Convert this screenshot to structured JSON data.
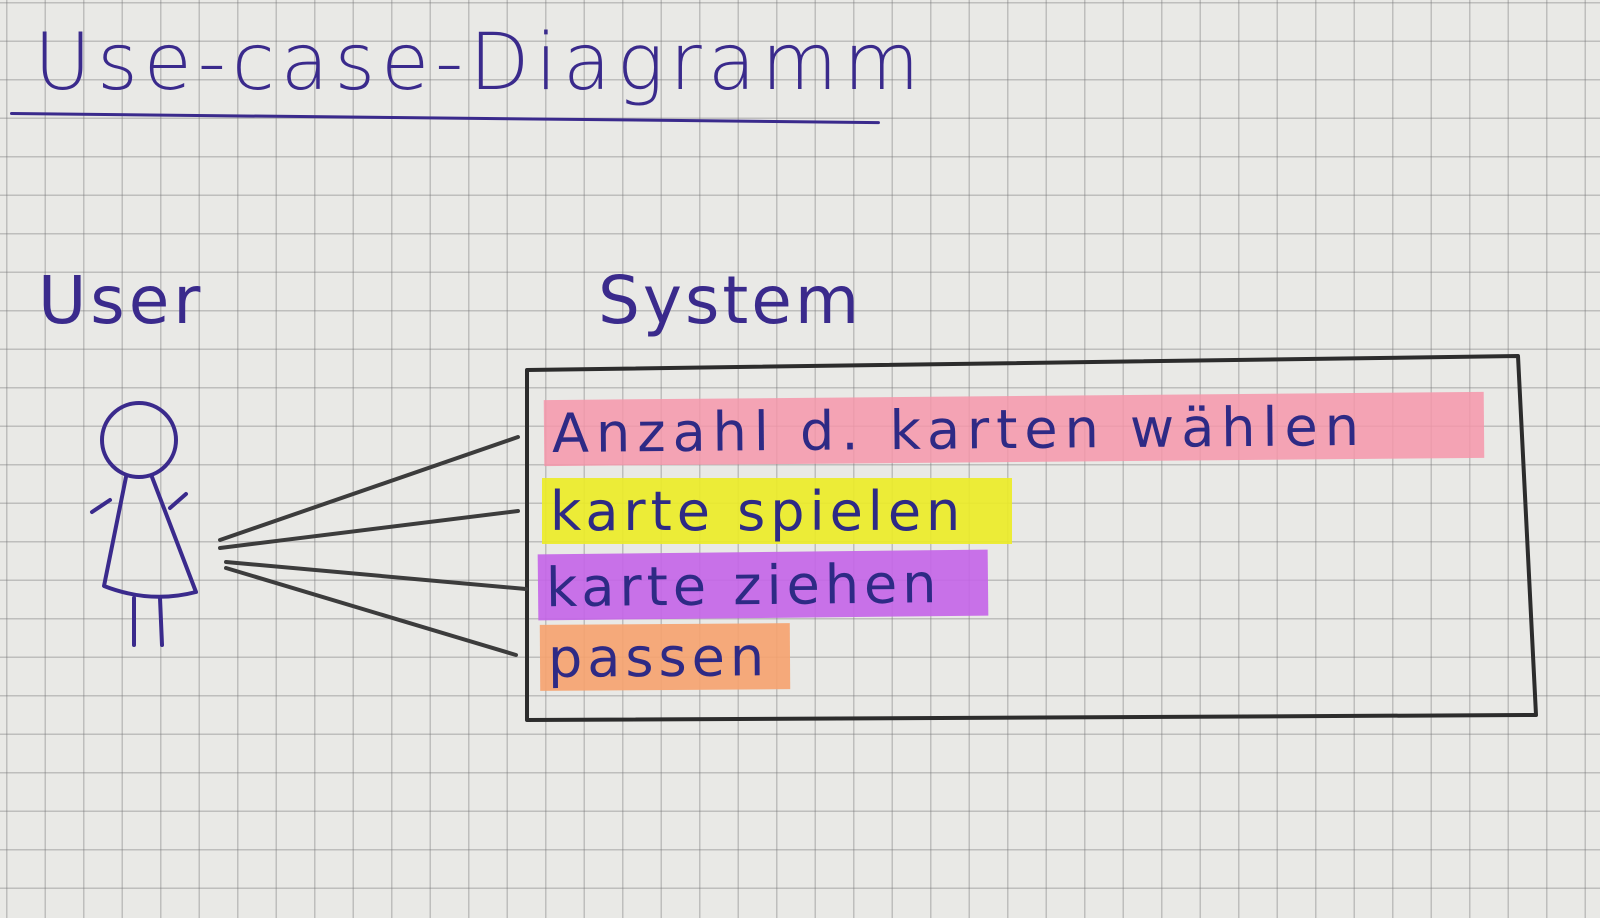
{
  "title": "Use-case-Diagramm",
  "actor": {
    "label": "User"
  },
  "system": {
    "label": "System"
  },
  "use_cases": [
    {
      "label": "Anzahl d. karten wählen",
      "highlight": "#f696aa"
    },
    {
      "label": "karte spielen",
      "highlight": "#ecec28"
    },
    {
      "label": "karte ziehen",
      "highlight": "#c464e8"
    },
    {
      "label": "passen",
      "highlight": "#f6a26e"
    }
  ],
  "colors": {
    "ink": "#3a2a8c",
    "pencil": "#3a3a3a",
    "paper": "#e9e9e6"
  }
}
